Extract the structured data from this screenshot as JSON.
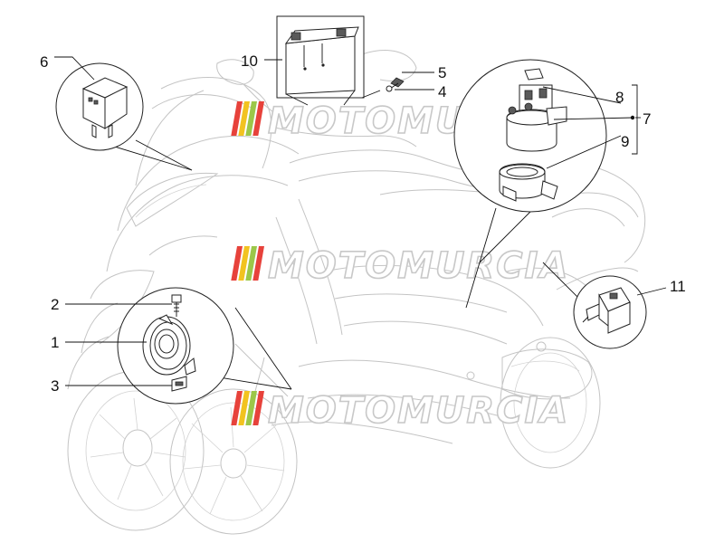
{
  "callouts": [
    {
      "id": "c1",
      "label": "1"
    },
    {
      "id": "c2",
      "label": "2"
    },
    {
      "id": "c3",
      "label": "3"
    },
    {
      "id": "c4",
      "label": "4"
    },
    {
      "id": "c5",
      "label": "5"
    },
    {
      "id": "c6",
      "label": "6"
    },
    {
      "id": "c7",
      "label": "7"
    },
    {
      "id": "c8",
      "label": "8"
    },
    {
      "id": "c9",
      "label": "9"
    },
    {
      "id": "c10",
      "label": "10"
    },
    {
      "id": "c11",
      "label": "11"
    }
  ],
  "watermark": {
    "text": "MOTOMURCIA",
    "stripe_colors": [
      "#e7423b",
      "#f2c320",
      "#9bc749",
      "#e7423b"
    ]
  },
  "colors": {
    "ghost_line": "#c4c4c4",
    "part_line": "#222222",
    "background": "#ffffff"
  }
}
